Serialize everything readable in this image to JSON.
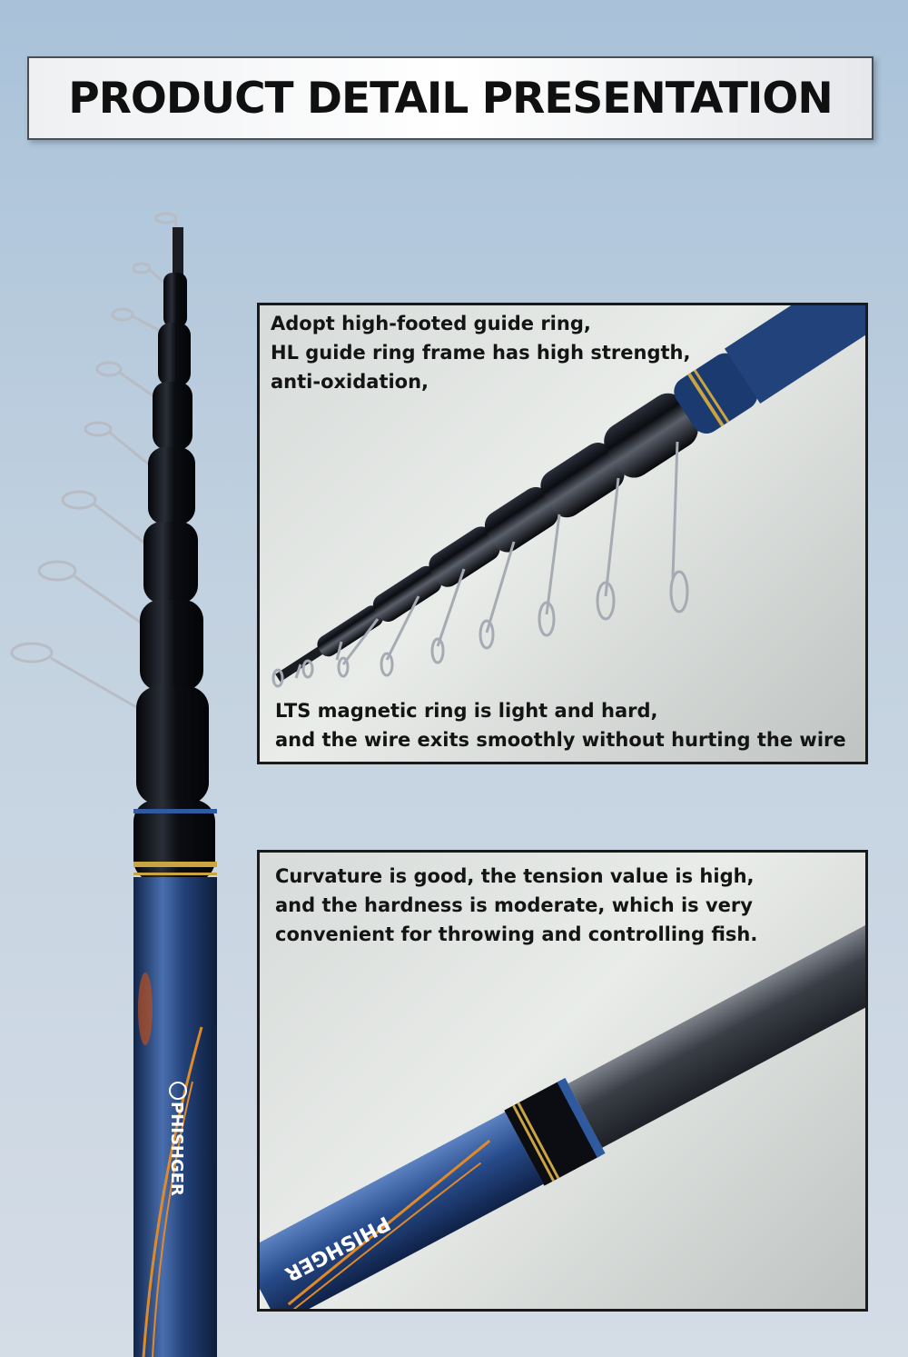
{
  "title": "PRODUCT DETAIL PRESENTATION",
  "brand_logo": "PHISHGER",
  "brand_logo_mark": "®",
  "panel_1": {
    "top_text": [
      "Adopt high-footed guide ring,",
      "HL guide ring frame has high strength,",
      "anti-oxidation,"
    ],
    "bottom_text": [
      "LTS magnetic ring is light and hard,",
      "and the wire exits smoothly without hurting the wire"
    ]
  },
  "panel_2": {
    "top_text": [
      "Curvature is good, the tension value is high,",
      "and the hardness is moderate, which is very",
      "convenient for throwing and controlling fish."
    ]
  },
  "colors": {
    "rod_black": "#0d0f14",
    "rod_blue": "#2a4c86",
    "gold_ring": "#c9a441",
    "accent_orange": "#e08a2a"
  }
}
